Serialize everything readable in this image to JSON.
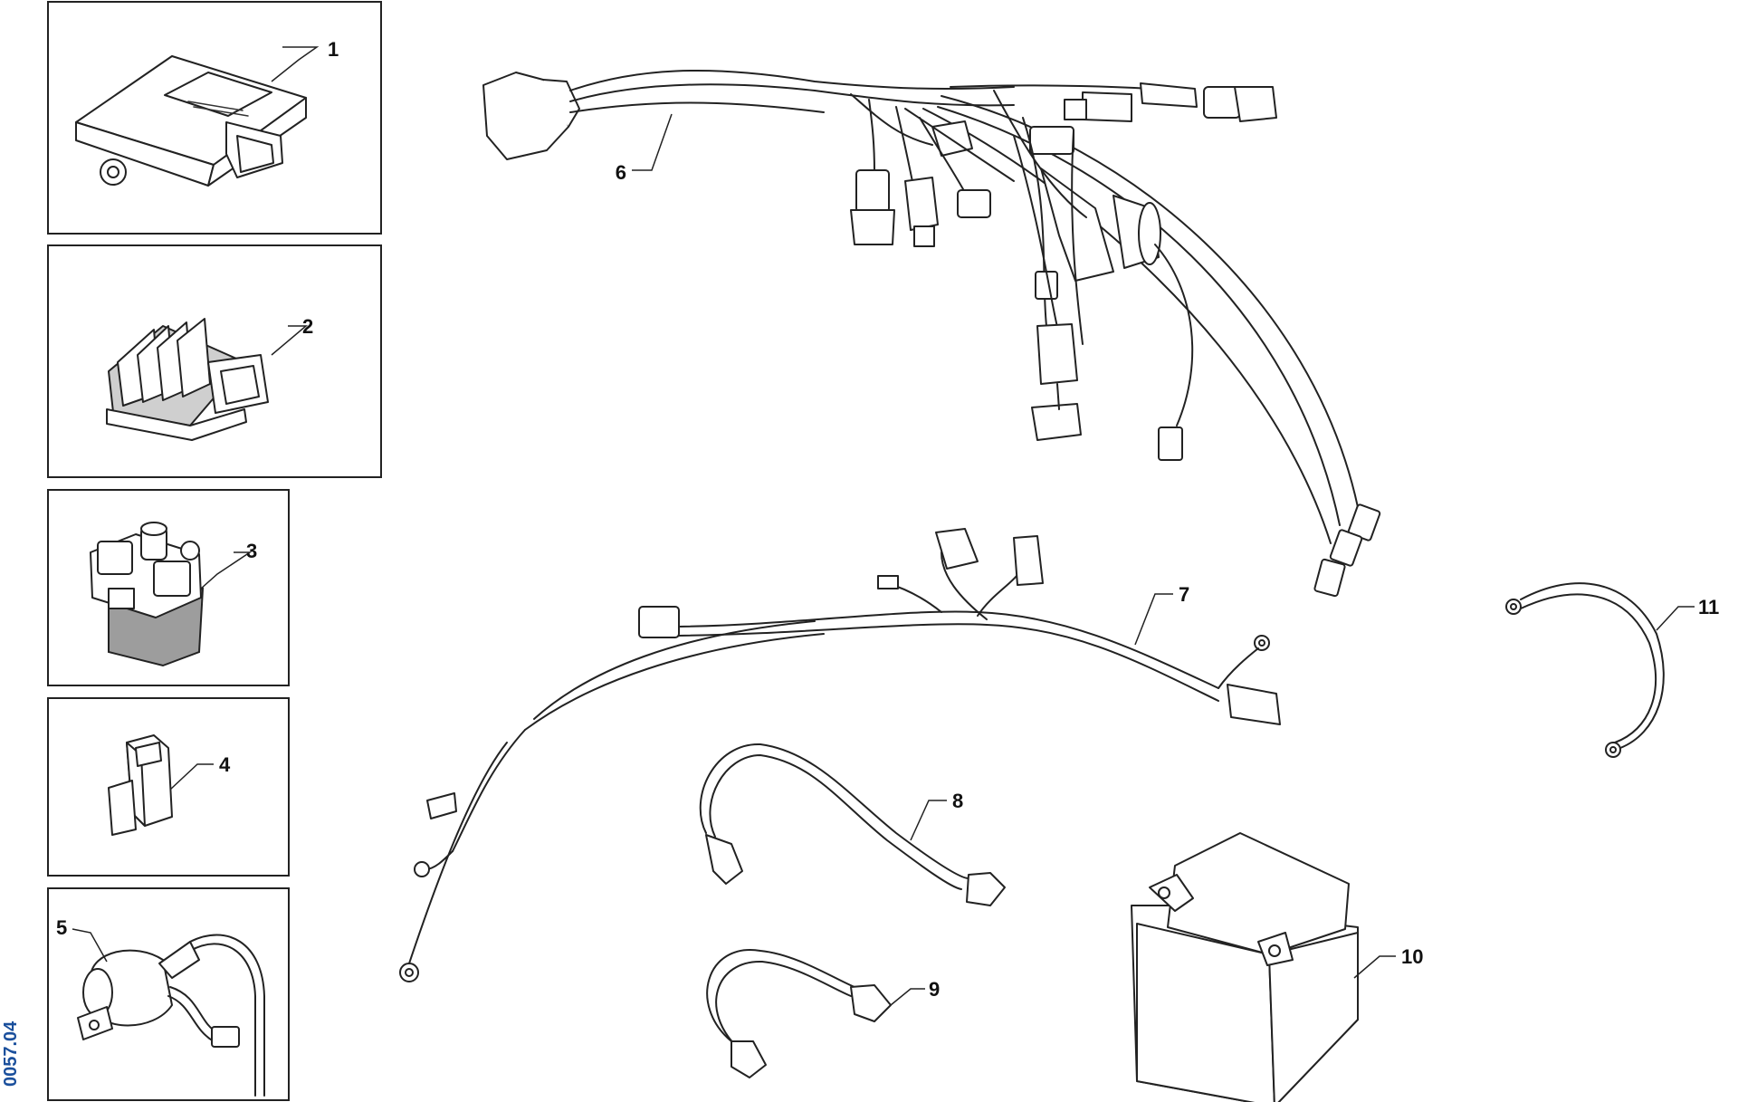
{
  "diagram": {
    "figure_ref": "0057.04",
    "callouts": [
      "1",
      "2",
      "3",
      "4",
      "5",
      "6",
      "7",
      "8",
      "9",
      "10",
      "11"
    ]
  }
}
